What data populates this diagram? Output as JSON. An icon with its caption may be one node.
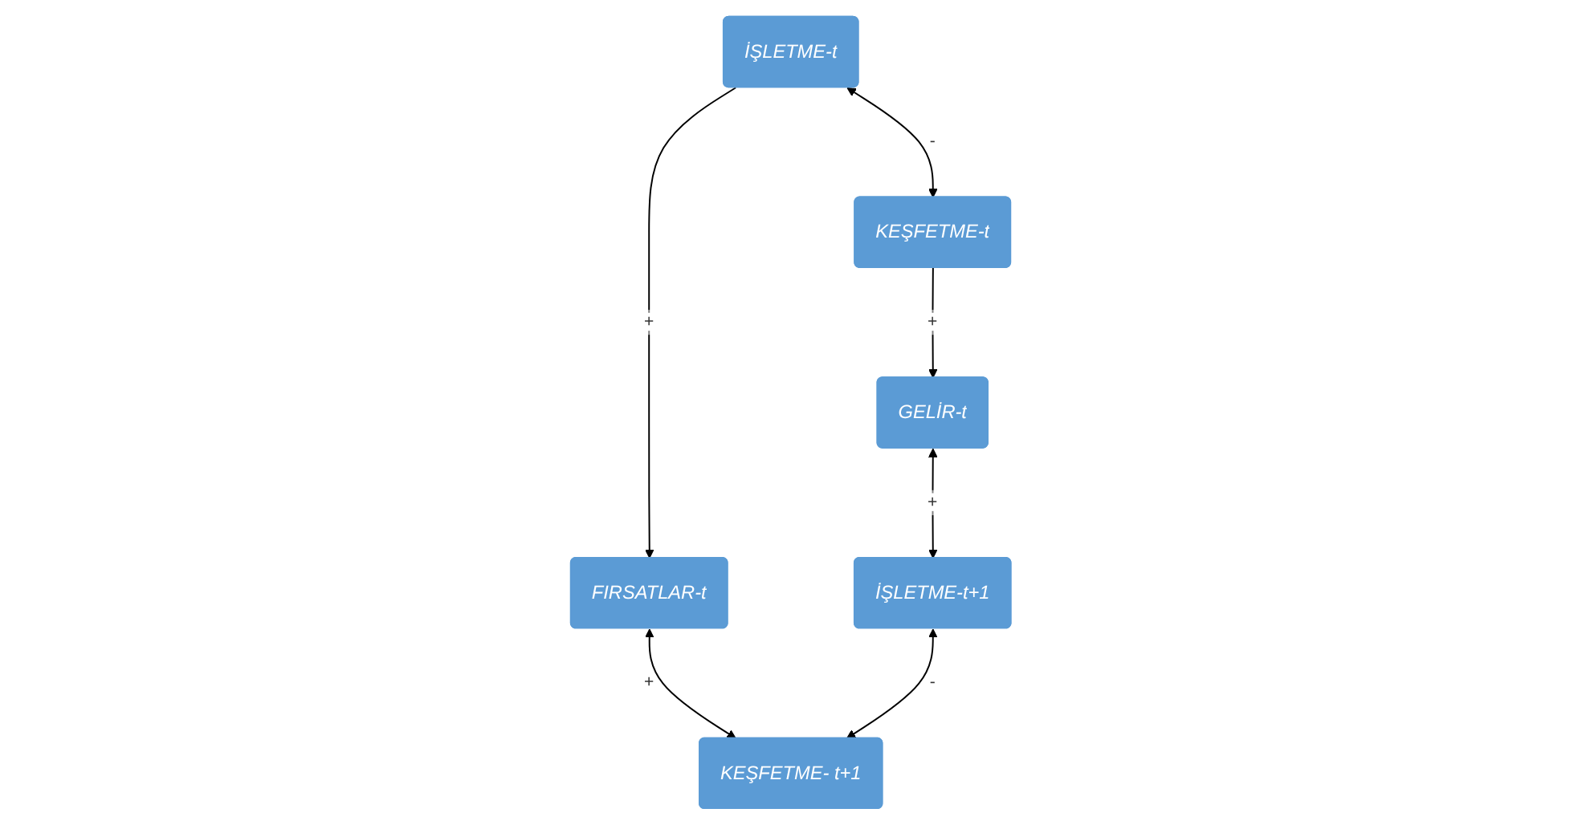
{
  "diagram": {
    "nodes": [
      {
        "text": [
          "İŞLETME-t"
        ]
      },
      {
        "text": [
          "KEŞFETME-t"
        ]
      },
      {
        "text": [
          "FIRSATLAR-t"
        ]
      },
      {
        "text": [
          "GELİR-t"
        ]
      },
      {
        "text": [
          "İŞLETME-t+1"
        ]
      },
      {
        "text": [
          "KEŞFETME- t+1"
        ]
      }
    ],
    "edges": [
      {
        "from": 0,
        "to": 1,
        "arrow": "both",
        "label": "-"
      },
      {
        "from": 0,
        "to": 2,
        "arrow": "to",
        "label": "+"
      },
      {
        "from": 1,
        "to": 3,
        "arrow": "to",
        "label": "+"
      },
      {
        "from": 2,
        "to": 5,
        "arrow": "both",
        "label": "+"
      },
      {
        "from": 3,
        "to": 4,
        "arrow": "both",
        "label": "+"
      },
      {
        "from": 4,
        "to": 5,
        "arrow": "both",
        "label": "-"
      }
    ]
  }
}
